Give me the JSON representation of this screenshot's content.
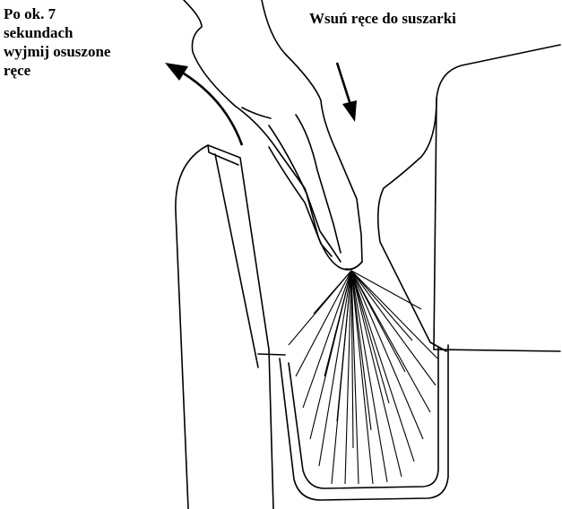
{
  "instructions": {
    "remove_hands": {
      "lines": [
        "Po ok. 7",
        "sekundach",
        "wyjmij osuszone",
        "ręce"
      ]
    },
    "insert_hands": {
      "text": "Wsuń ręce do suszarki"
    }
  },
  "colors": {
    "ink": "#000000",
    "background": "#ffffff"
  },
  "icons": {
    "insert_arrow": "arrow-down-icon",
    "remove_arrow": "curved-arrow-up-left-icon"
  }
}
